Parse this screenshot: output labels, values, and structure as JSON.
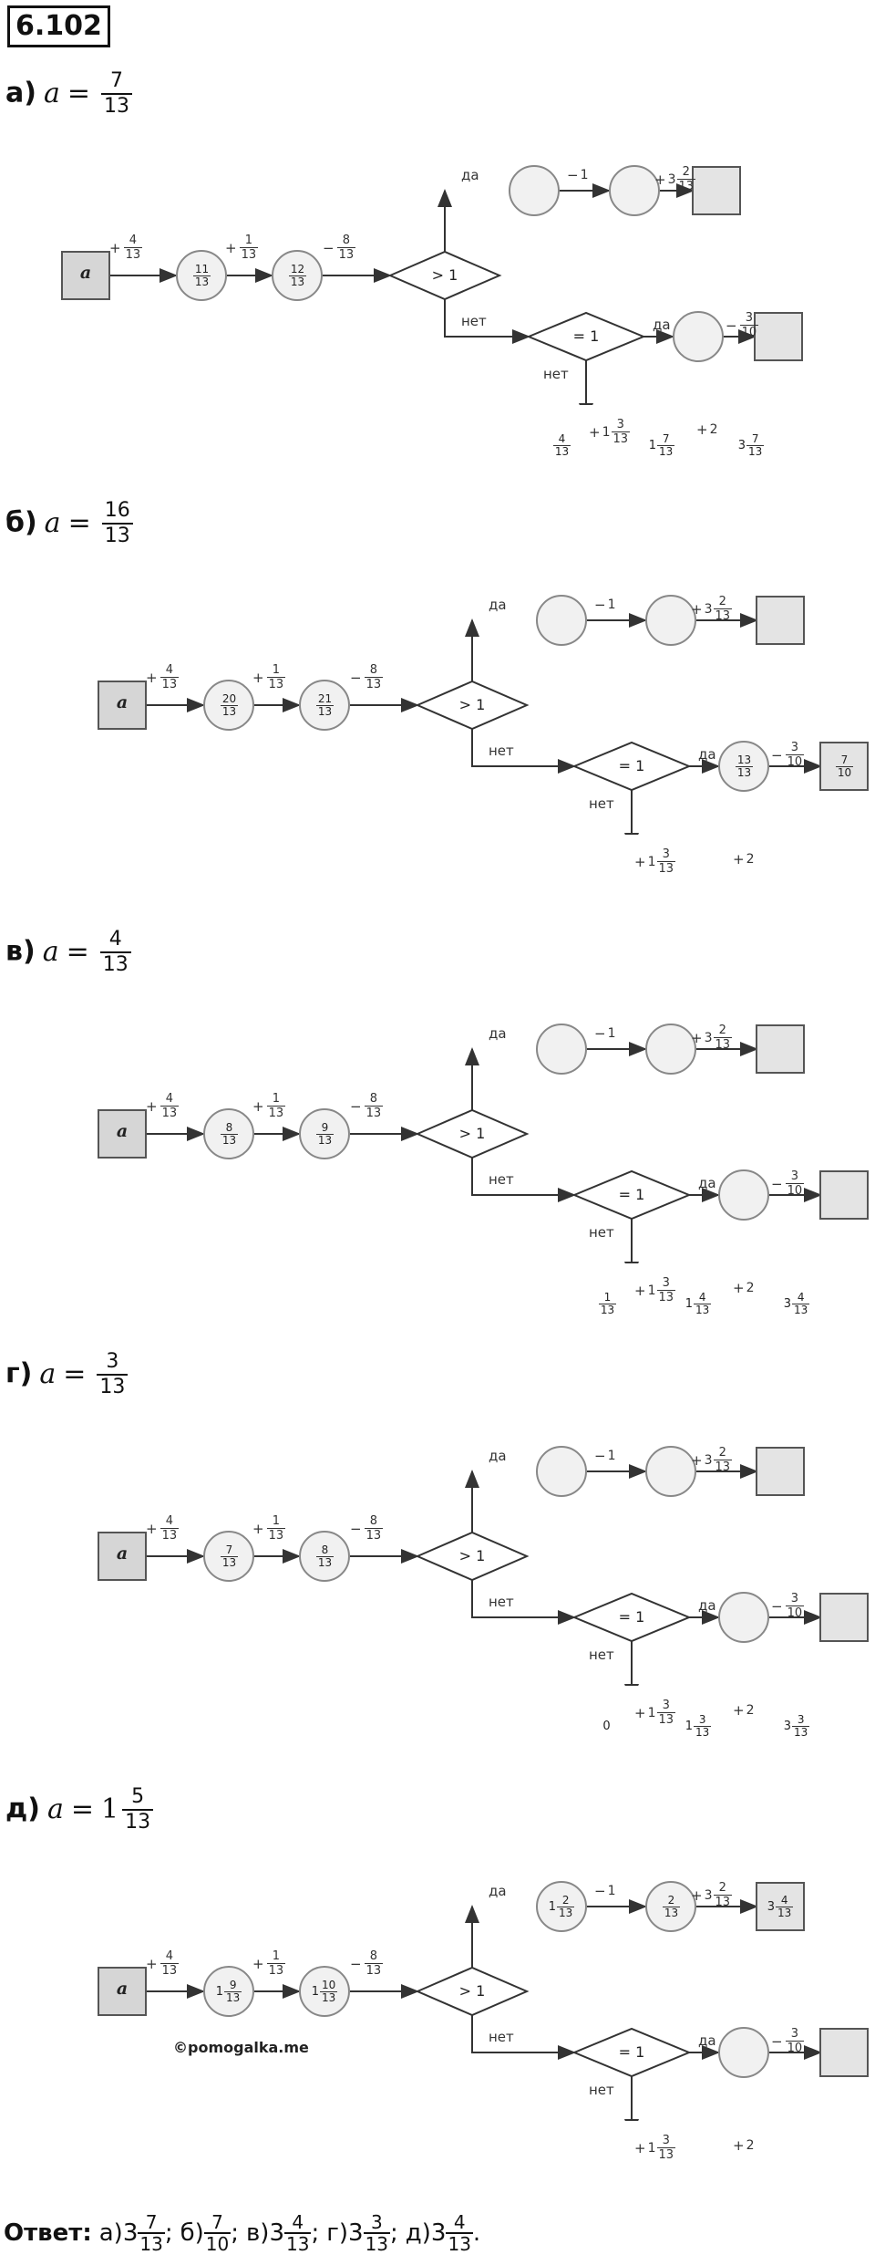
{
  "title": "6.102",
  "common": {
    "var": "a",
    "yes": "да",
    "no": "нет",
    "cond_gt": "> 1",
    "cond_eq": "= 1",
    "op_plus4": {
      "sign": "+",
      "whole": "",
      "n": "4",
      "d": "13"
    },
    "op_plus1": {
      "sign": "+",
      "whole": "",
      "n": "1",
      "d": "13"
    },
    "op_minus8": {
      "sign": "−",
      "whole": "",
      "n": "8",
      "d": "13"
    },
    "op_minus1": {
      "sign": "−",
      "whole": "1",
      "n": "",
      "d": ""
    },
    "op_plus3_2": {
      "sign": "+",
      "whole": "3",
      "n": "2",
      "d": "13"
    },
    "op_minus3_10": {
      "sign": "−",
      "whole": "",
      "n": "3",
      "d": "10"
    },
    "op_plus1_3": {
      "sign": "+",
      "whole": "1",
      "n": "3",
      "d": "13"
    },
    "op_plus2": {
      "sign": "+",
      "whole": "2",
      "n": "",
      "d": ""
    }
  },
  "sections": [
    {
      "letter": "а)",
      "a": {
        "whole": "",
        "n": "7",
        "d": "13"
      },
      "c1": {
        "w": "",
        "n": "11",
        "d": "13"
      },
      "c2": {
        "w": "",
        "n": "12",
        "d": "13"
      },
      "yes1": {
        "w": "",
        "n": "",
        "d": ""
      },
      "yes2": {
        "w": "",
        "n": "",
        "d": ""
      },
      "yesbox": {
        "w": "",
        "n": "",
        "d": ""
      },
      "eqc": {
        "w": "",
        "n": "",
        "d": ""
      },
      "eqbox": {
        "w": "",
        "n": "",
        "d": ""
      },
      "no1": {
        "w": "",
        "n": "4",
        "d": "13"
      },
      "no2": {
        "w": "1",
        "n": "7",
        "d": "13"
      },
      "nobox": {
        "w": "3",
        "n": "7",
        "d": "13"
      }
    },
    {
      "letter": "б)",
      "a": {
        "whole": "",
        "n": "16",
        "d": "13"
      },
      "c1": {
        "w": "",
        "n": "20",
        "d": "13"
      },
      "c2": {
        "w": "",
        "n": "21",
        "d": "13"
      },
      "yes1": {
        "w": "",
        "n": "",
        "d": ""
      },
      "yes2": {
        "w": "",
        "n": "",
        "d": ""
      },
      "yesbox": {
        "w": "",
        "n": "",
        "d": ""
      },
      "eqc": {
        "w": "",
        "n": "13",
        "d": "13"
      },
      "eqbox": {
        "w": "",
        "n": "7",
        "d": "10"
      },
      "no1": {
        "w": "",
        "n": "",
        "d": ""
      },
      "no2": {
        "w": "",
        "n": "",
        "d": ""
      },
      "nobox": {
        "w": "",
        "n": "",
        "d": ""
      }
    },
    {
      "letter": "в)",
      "a": {
        "whole": "",
        "n": "4",
        "d": "13"
      },
      "c1": {
        "w": "",
        "n": "8",
        "d": "13"
      },
      "c2": {
        "w": "",
        "n": "9",
        "d": "13"
      },
      "yes1": {
        "w": "",
        "n": "",
        "d": ""
      },
      "yes2": {
        "w": "",
        "n": "",
        "d": ""
      },
      "yesbox": {
        "w": "",
        "n": "",
        "d": ""
      },
      "eqc": {
        "w": "",
        "n": "",
        "d": ""
      },
      "eqbox": {
        "w": "",
        "n": "",
        "d": ""
      },
      "no1": {
        "w": "",
        "n": "1",
        "d": "13"
      },
      "no2": {
        "w": "1",
        "n": "4",
        "d": "13"
      },
      "nobox": {
        "w": "3",
        "n": "4",
        "d": "13"
      }
    },
    {
      "letter": "г)",
      "a": {
        "whole": "",
        "n": "3",
        "d": "13"
      },
      "c1": {
        "w": "",
        "n": "7",
        "d": "13"
      },
      "c2": {
        "w": "",
        "n": "8",
        "d": "13"
      },
      "yes1": {
        "w": "",
        "n": "",
        "d": ""
      },
      "yes2": {
        "w": "",
        "n": "",
        "d": ""
      },
      "yesbox": {
        "w": "",
        "n": "",
        "d": ""
      },
      "eqc": {
        "w": "",
        "n": "",
        "d": ""
      },
      "eqbox": {
        "w": "",
        "n": "",
        "d": ""
      },
      "no1": {
        "w": "0",
        "n": "",
        "d": ""
      },
      "no2": {
        "w": "1",
        "n": "3",
        "d": "13"
      },
      "nobox": {
        "w": "3",
        "n": "3",
        "d": "13"
      }
    },
    {
      "letter": "д)",
      "a": {
        "whole": "1",
        "n": "5",
        "d": "13"
      },
      "c1": {
        "w": "1",
        "n": "9",
        "d": "13"
      },
      "c2": {
        "w": "1",
        "n": "10",
        "d": "13"
      },
      "yes1": {
        "w": "1",
        "n": "2",
        "d": "13"
      },
      "yes2": {
        "w": "",
        "n": "2",
        "d": "13"
      },
      "yesbox": {
        "w": "3",
        "n": "4",
        "d": "13"
      },
      "eqc": {
        "w": "",
        "n": "",
        "d": ""
      },
      "eqbox": {
        "w": "",
        "n": "",
        "d": ""
      },
      "no1": {
        "w": "",
        "n": "",
        "d": ""
      },
      "no2": {
        "w": "",
        "n": "",
        "d": ""
      },
      "nobox": {
        "w": "",
        "n": "",
        "d": ""
      }
    }
  ],
  "watermark": "©pomogalka.me",
  "answer": {
    "title": "Ответ:",
    "items": [
      {
        "label": "а)",
        "w": "3",
        "n": "7",
        "d": "13",
        "sep": ";"
      },
      {
        "label": "б)",
        "w": "",
        "n": "7",
        "d": "10",
        "sep": ";"
      },
      {
        "label": "в) ",
        "w": "3",
        "n": "4",
        "d": "13",
        "sep": ";"
      },
      {
        "label": "г)",
        "w": "3 ",
        "n": "3",
        "d": "13",
        "sep": ";"
      },
      {
        "label": "д)",
        "w": "3 ",
        "n": "4",
        "d": "13",
        "sep": "."
      }
    ]
  }
}
